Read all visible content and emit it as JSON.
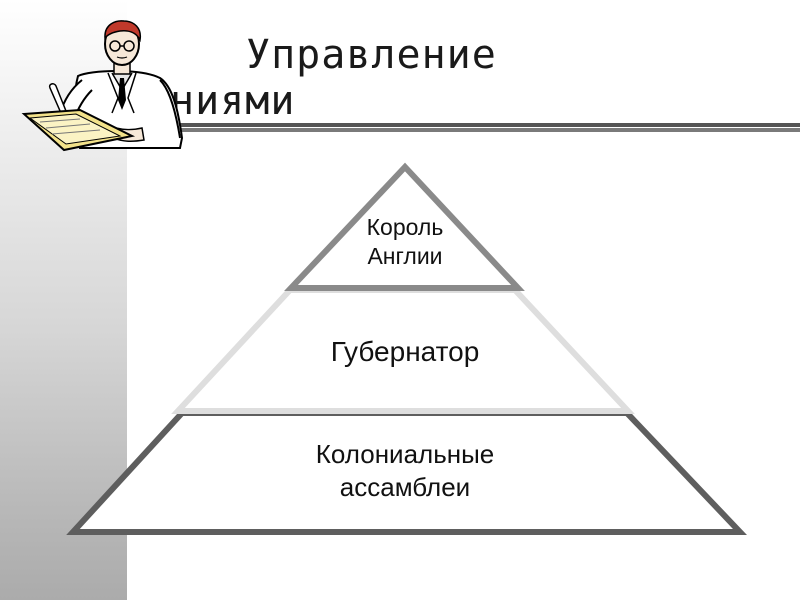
{
  "slide": {
    "title_line1": "Управление",
    "title_line2": "ниями"
  },
  "pyramid": {
    "levels": [
      {
        "line1": "Король",
        "line2": "Англии"
      },
      {
        "line1": "Губернатор"
      },
      {
        "line1": "Колониальные",
        "line2": "ассамблеи"
      }
    ]
  },
  "colors": {
    "outline_dark": "#5e5e5e",
    "outline_light": "#dcdcdc",
    "text": "#111111"
  },
  "icons": {
    "clipart": "scholar-writing-icon"
  }
}
